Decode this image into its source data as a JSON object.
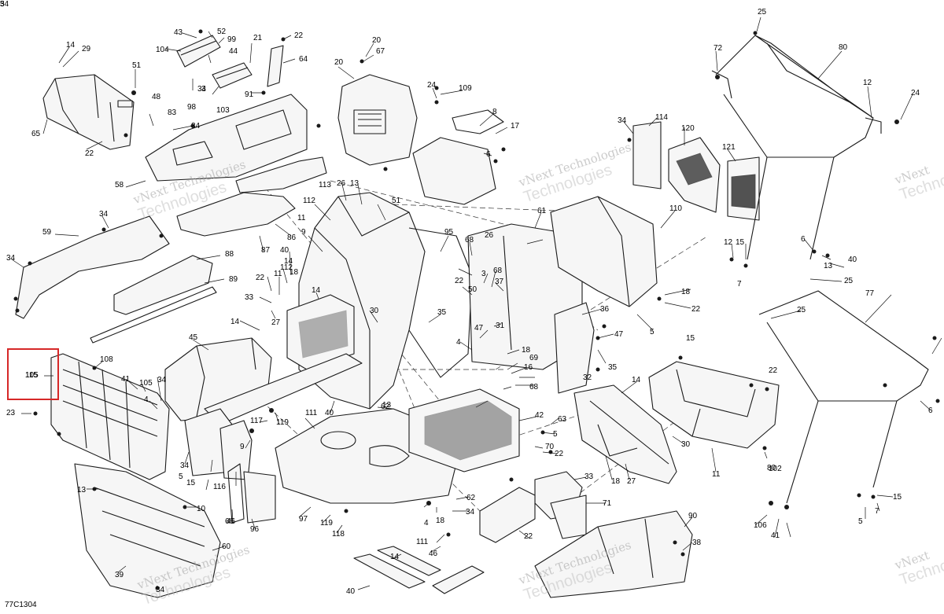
{
  "figure": {
    "code": "77C1304",
    "highlight_label": "105",
    "highlight_color": "#d62828"
  },
  "watermarks": [
    {
      "line1": "vNext Technologies",
      "line2": "Technologies"
    },
    {
      "line1": "vNext Technologies",
      "line2": "Technologies"
    },
    {
      "line1": "vNext Technologies",
      "line2": "Technologies"
    },
    {
      "line1": "vNext Technologies",
      "line2": "Technologies"
    },
    {
      "line1": "vNext",
      "line2": "Techno"
    },
    {
      "line1": "vNext",
      "line2": "Techno"
    }
  ],
  "callouts": [
    "14",
    "29",
    "51",
    "48",
    "65",
    "22",
    "83",
    "34",
    "43",
    "52",
    "99",
    "104",
    "44",
    "3",
    "98",
    "103",
    "21",
    "91",
    "22",
    "64",
    "25",
    "72",
    "80",
    "12",
    "24",
    "20",
    "67",
    "20",
    "24",
    "109",
    "8",
    "17",
    "6",
    "34",
    "114",
    "120",
    "121",
    "58",
    "34",
    "59",
    "34",
    "88",
    "89",
    "87",
    "86",
    "112",
    "113",
    "26",
    "13",
    "51",
    "11",
    "9",
    "95",
    "68",
    "26",
    "61",
    "110",
    "18",
    "22",
    "12",
    "15",
    "7",
    "6",
    "13",
    "40",
    "25",
    "77",
    "25",
    "14",
    "22",
    "11",
    "18",
    "33",
    "27",
    "14",
    "30",
    "40",
    "112",
    "14",
    "13",
    "3",
    "68",
    "37",
    "36",
    "35",
    "50",
    "22",
    "4",
    "47",
    "18",
    "31",
    "47",
    "35",
    "15",
    "22",
    "5",
    "45",
    "108",
    "115",
    "41",
    "105",
    "34",
    "4",
    "23",
    "34",
    "34",
    "5",
    "15",
    "9",
    "116",
    "46",
    "117",
    "119",
    "111",
    "40",
    "62",
    "69",
    "68",
    "16",
    "32",
    "14",
    "30",
    "11",
    "102",
    "42",
    "63",
    "5",
    "70",
    "22",
    "18",
    "27",
    "33",
    "71",
    "66",
    "96",
    "97",
    "119",
    "118",
    "62",
    "4",
    "18",
    "34",
    "111",
    "46",
    "22",
    "14",
    "40",
    "90",
    "38",
    "39",
    "60",
    "34",
    "106",
    "41",
    "5",
    "7",
    "15",
    "6",
    "13",
    "10",
    "80",
    "34",
    "34",
    "5",
    "3"
  ]
}
